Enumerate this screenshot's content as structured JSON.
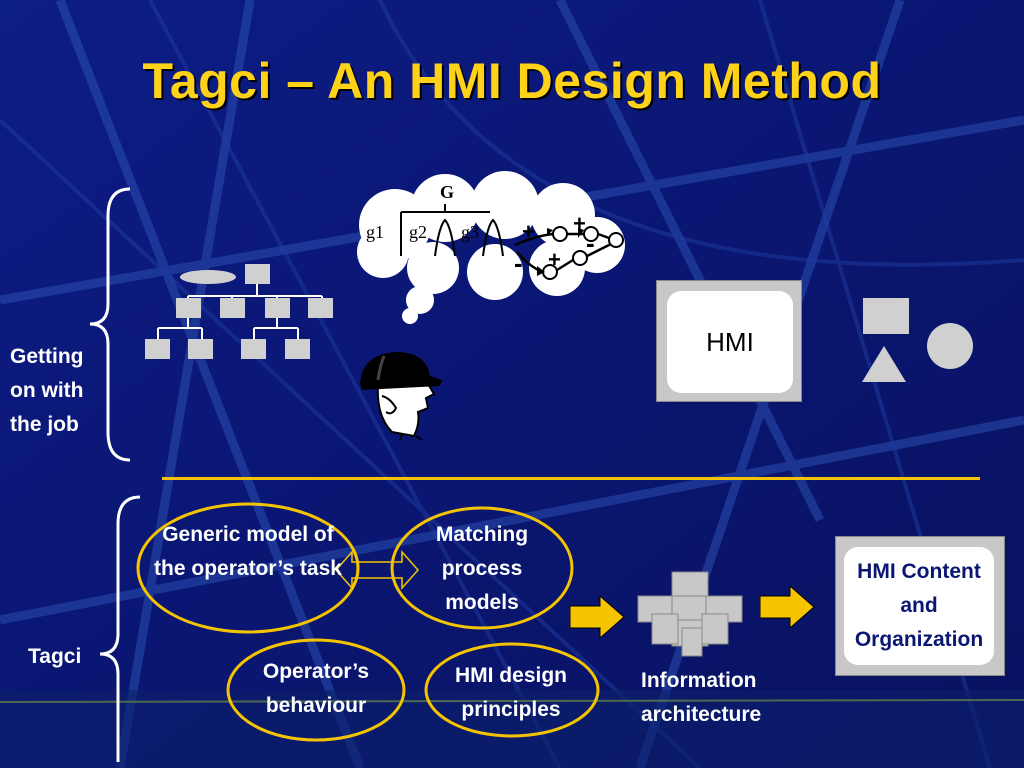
{
  "slide": {
    "title": "Tagci – An HMI Design Method",
    "colors": {
      "background": "#0a1672",
      "title": "#ffd21a",
      "accent": "#f5c400",
      "box": "#c8c8c8"
    }
  },
  "upper": {
    "brace_label": "Getting on with the job",
    "tree_icon": "hierarchy-tree-icon",
    "thought": {
      "goal": "G",
      "subgoals": [
        "g1",
        "g2",
        "g3"
      ],
      "signs": [
        "+",
        "+",
        "+",
        "-",
        "-"
      ]
    },
    "operator_icon": "hard-hat-head-icon",
    "hmi_box_label": "HMI",
    "shapes_icon": "basic-shapes-icon"
  },
  "lower": {
    "brace_label": "Tagci",
    "ovals": {
      "generic_model": "Generic model of the operator’s task",
      "matching": "Matching process models",
      "behaviour": "Operator’s behaviour",
      "principles": "HMI design principles"
    },
    "info_arch_label": "Information architecture",
    "hmi_content_label": "HMI Content and Organization"
  }
}
